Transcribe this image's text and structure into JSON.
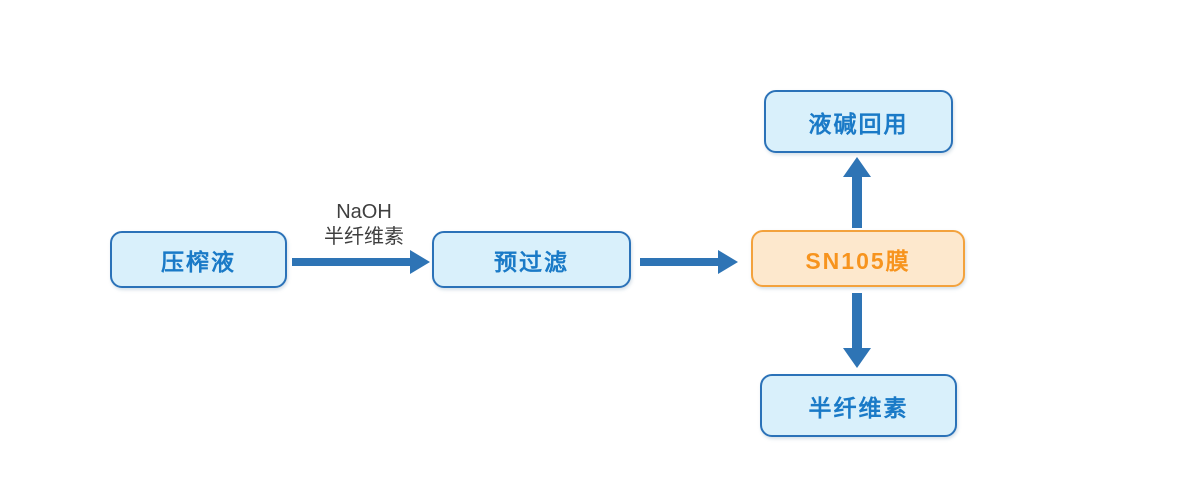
{
  "diagram": {
    "type": "process-flowchart",
    "colors": {
      "background": "#ffffff",
      "blue-box-fill": "#d9f0fb",
      "blue-box-border": "#2b72b8",
      "blue-text": "#1a7ac7",
      "orange-box-fill": "#fde8cd",
      "orange-box-border": "#f3a23d",
      "orange-text": "#f7941e",
      "arrow": "#2e74b5",
      "label-text": "#3f3f3f"
    },
    "nodes": {
      "press_liquid": {
        "label": "压榨液"
      },
      "pre_filter": {
        "label": "预过滤"
      },
      "sn105": {
        "label": "SN105膜"
      },
      "alkali_reuse": {
        "label": "液碱回用"
      },
      "hemicellulose": {
        "label": "半纤维素"
      }
    },
    "edge_label": {
      "line1": "NaOH",
      "line2": "半纤维素"
    }
  }
}
